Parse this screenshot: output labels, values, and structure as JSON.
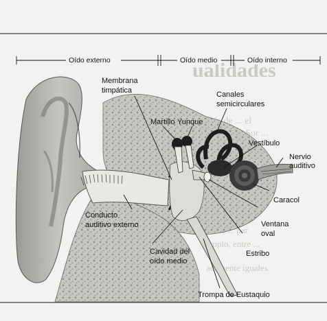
{
  "sections": {
    "outer": "Oído externo",
    "middle": "Oído medio",
    "inner": "Oído interno"
  },
  "labels": {
    "membrana_1": "Membrana",
    "membrana_2": "timpática",
    "martillo": "Martillo",
    "yunque": "Yunque",
    "canales_1": "Canales",
    "canales_2": "semicirculares",
    "vestibulo": "Vestíbulo",
    "nervio_1": "Nervio",
    "nervio_2": "auditivo",
    "conducto_1": "Conducto",
    "conducto_2": "auditivo externo",
    "caracol": "Caracol",
    "ventana_1": "Ventana",
    "ventana_2": "oval",
    "estribo": "Estribo",
    "cavidad_1": "Cavidad del",
    "cavidad_2": "oído medio",
    "trompa": "Trompa de Eustaquio"
  },
  "colors": {
    "background": "#f2f2f0",
    "skin": "#b9b9b6",
    "bone_texture": "#8f8f8c",
    "dark": "#2a2a2a",
    "ink": "#111111"
  }
}
